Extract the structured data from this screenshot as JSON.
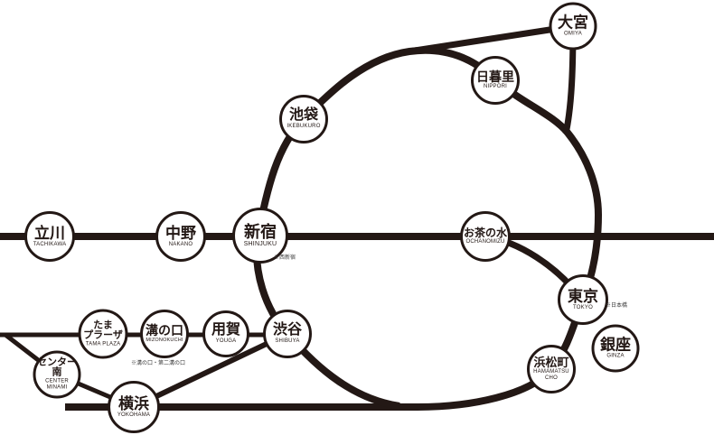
{
  "stations": [
    {
      "id": "tachikawa",
      "name": "立川",
      "en": "TACHIKAWA"
    },
    {
      "id": "nakano",
      "name": "中野",
      "en": "NAKANO"
    },
    {
      "id": "shinjuku",
      "name": "新宿",
      "en": "SHINJUKU"
    },
    {
      "id": "ikebukuro",
      "name": "池袋",
      "en": "IKEBUKURO"
    },
    {
      "id": "omiya",
      "name": "大宮",
      "en": "OMIYA"
    },
    {
      "id": "nippori",
      "name": "日暮里",
      "en": "NIPPORI"
    },
    {
      "id": "ochanomizu",
      "name": "お茶の水",
      "en": "OCHANOMIZU"
    },
    {
      "id": "tokyo",
      "name": "東京",
      "en": "TOKYO"
    },
    {
      "id": "ginza",
      "name": "銀座",
      "en": "GINZA"
    },
    {
      "id": "hamamatsucho",
      "name": "浜松町",
      "en": "HAMAMATSU\nCHO"
    },
    {
      "id": "shibuya",
      "name": "渋谷",
      "en": "SHIBUYA"
    },
    {
      "id": "youga",
      "name": "用賀",
      "en": "YOUGA"
    },
    {
      "id": "mizonokuchi",
      "name": "溝の口",
      "en": "MIZONOKUCHI"
    },
    {
      "id": "tama-plaza",
      "name": "たま\nプラーザ",
      "en": "TAMA PLAZA"
    },
    {
      "id": "center-minami",
      "name": "センター\n南",
      "en": "CENTER\nMINAMI"
    },
    {
      "id": "yokohama",
      "name": "横浜",
      "en": "YOKOHAMA"
    }
  ],
  "annotations": [
    {
      "id": "nishi-shinjuku-note",
      "text": "※西新宿"
    },
    {
      "id": "nihonbashi-note",
      "text": "※日本橋"
    },
    {
      "id": "mizonokuchi-note",
      "text": "※溝の口・第二溝の口"
    }
  ],
  "colors": {
    "line": "#231815",
    "station_fill": "#ffffff",
    "annotation": "#3a3a3a"
  }
}
